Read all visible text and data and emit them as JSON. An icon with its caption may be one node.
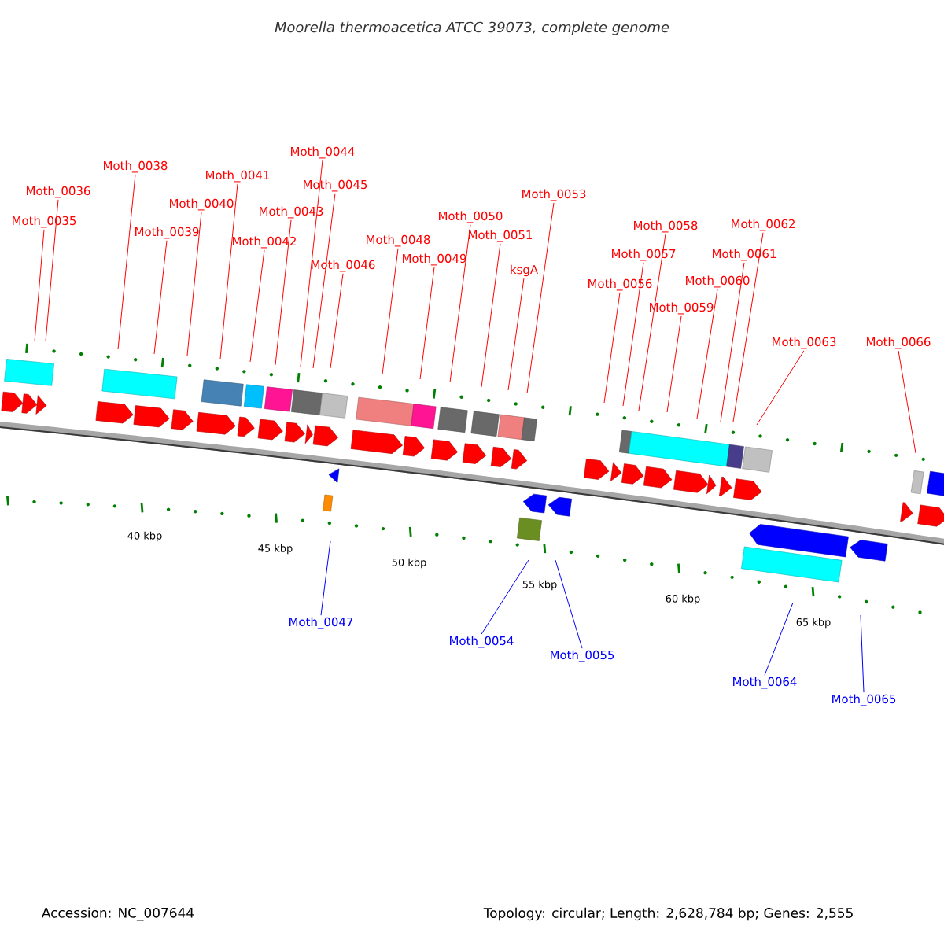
{
  "diagram": {
    "title": "Moorella thermoacetica ATCC 39073, complete genome",
    "nodes": [
      {
        "text": [
          "Moth_0035"
        ]
      },
      {
        "text": [
          "Moth_0036"
        ]
      },
      {
        "text": [
          "Moth_0038"
        ]
      },
      {
        "text": [
          "Moth_0039"
        ]
      },
      {
        "text": [
          "Moth_0040"
        ]
      },
      {
        "text": [
          "Moth_0041"
        ]
      },
      {
        "text": [
          "Moth_0042"
        ]
      },
      {
        "text": [
          "Moth_0043"
        ]
      },
      {
        "text": [
          "Moth_0044"
        ]
      },
      {
        "text": [
          "Moth_0045"
        ]
      },
      {
        "text": [
          "Moth_0046"
        ]
      },
      {
        "text": [
          "Moth_0048"
        ]
      },
      {
        "text": [
          "Moth_0049"
        ]
      },
      {
        "text": [
          "Moth_0050"
        ]
      },
      {
        "text": [
          "Moth_0051"
        ]
      },
      {
        "text": [
          "ksgA"
        ]
      },
      {
        "text": [
          "Moth_0053"
        ]
      },
      {
        "text": [
          "Moth_0056"
        ]
      },
      {
        "text": [
          "Moth_0057"
        ]
      },
      {
        "text": [
          "Moth_0058"
        ]
      },
      {
        "text": [
          "Moth_0059"
        ]
      },
      {
        "text": [
          "Moth_0060"
        ]
      },
      {
        "text": [
          "Moth_0061"
        ]
      },
      {
        "text": [
          "Moth_0062"
        ]
      },
      {
        "text": [
          "Moth_0063"
        ]
      },
      {
        "text": [
          "Moth_0066"
        ]
      },
      {
        "text": [
          "Moth_0047"
        ]
      },
      {
        "text": [
          "Moth_0054"
        ]
      },
      {
        "text": [
          "Moth_0055"
        ]
      },
      {
        "text": [
          "Moth_0064"
        ]
      },
      {
        "text": [
          "Moth_0065"
        ]
      }
    ],
    "edges": [
      {
        "from": 0,
        "to": null,
        "arrow": "none"
      },
      {
        "from": 1,
        "to": null,
        "arrow": "none"
      },
      {
        "from": 2,
        "to": null,
        "arrow": "none"
      },
      {
        "from": 3,
        "to": null,
        "arrow": "none"
      },
      {
        "from": 4,
        "to": null,
        "arrow": "none"
      },
      {
        "from": 5,
        "to": null,
        "arrow": "none"
      },
      {
        "from": 6,
        "to": null,
        "arrow": "none"
      },
      {
        "from": 7,
        "to": null,
        "arrow": "none"
      },
      {
        "from": 8,
        "to": null,
        "arrow": "none"
      },
      {
        "from": 9,
        "to": null,
        "arrow": "none"
      },
      {
        "from": 10,
        "to": null,
        "arrow": "none"
      },
      {
        "from": 11,
        "to": null,
        "arrow": "none"
      },
      {
        "from": 12,
        "to": null,
        "arrow": "none"
      },
      {
        "from": 13,
        "to": null,
        "arrow": "none"
      },
      {
        "from": 14,
        "to": null,
        "arrow": "none"
      },
      {
        "from": 15,
        "to": null,
        "arrow": "none"
      },
      {
        "from": 16,
        "to": null,
        "arrow": "none"
      },
      {
        "from": 17,
        "to": null,
        "arrow": "none"
      },
      {
        "from": 18,
        "to": null,
        "arrow": "none"
      },
      {
        "from": 19,
        "to": null,
        "arrow": "none"
      },
      {
        "from": 20,
        "to": null,
        "arrow": "none"
      },
      {
        "from": 21,
        "to": null,
        "arrow": "none"
      },
      {
        "from": 22,
        "to": null,
        "arrow": "none"
      },
      {
        "from": 23,
        "to": null,
        "arrow": "none"
      },
      {
        "from": 24,
        "to": null,
        "arrow": "none"
      },
      {
        "from": 25,
        "to": null,
        "arrow": "none"
      },
      {
        "from": 26,
        "to": null,
        "arrow": "none",
        "color": "#0000ff"
      },
      {
        "from": 27,
        "to": null,
        "arrow": "none",
        "color": "#0000ff"
      },
      {
        "from": 28,
        "to": null,
        "arrow": "none",
        "color": "#0000ff"
      },
      {
        "from": 29,
        "to": null,
        "arrow": "none",
        "color": "#0000ff"
      },
      {
        "from": 30,
        "to": null,
        "arrow": "none",
        "color": "#0000ff"
      }
    ],
    "labels": [
      "40 kbp",
      "45 kbp",
      "50 kbp",
      "55 kbp",
      "60 kbp",
      "65 kbp",
      "Accession: NC_007644",
      "Topology: circular; Length: 2,628,784 bp; Genes: 2,555"
    ]
  }
}
